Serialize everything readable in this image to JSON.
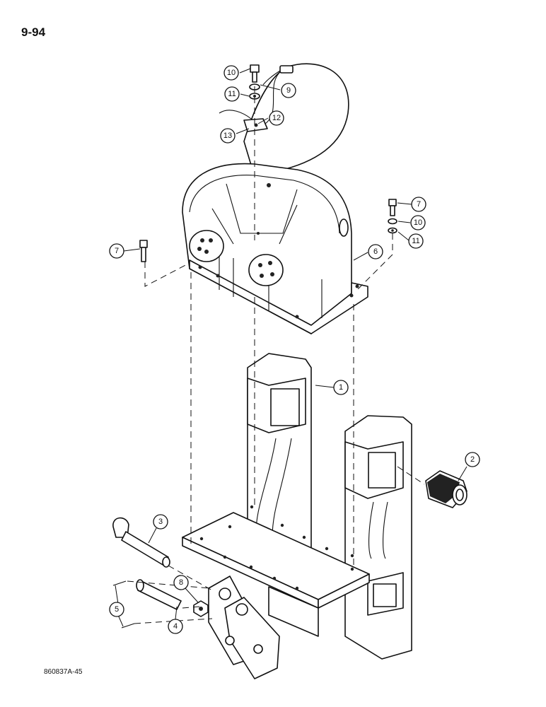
{
  "page_number": "9-94",
  "figure_code": "860837A-45",
  "callouts": {
    "c1": "1",
    "c2": "2",
    "c3": "3",
    "c4": "4",
    "c5": "5",
    "c6": "6",
    "c7a": "7",
    "c7b": "7",
    "c8": "8",
    "c9": "9",
    "c10a": "10",
    "c10b": "10",
    "c11a": "11",
    "c11b": "11",
    "c12": "12",
    "c13": "13"
  }
}
